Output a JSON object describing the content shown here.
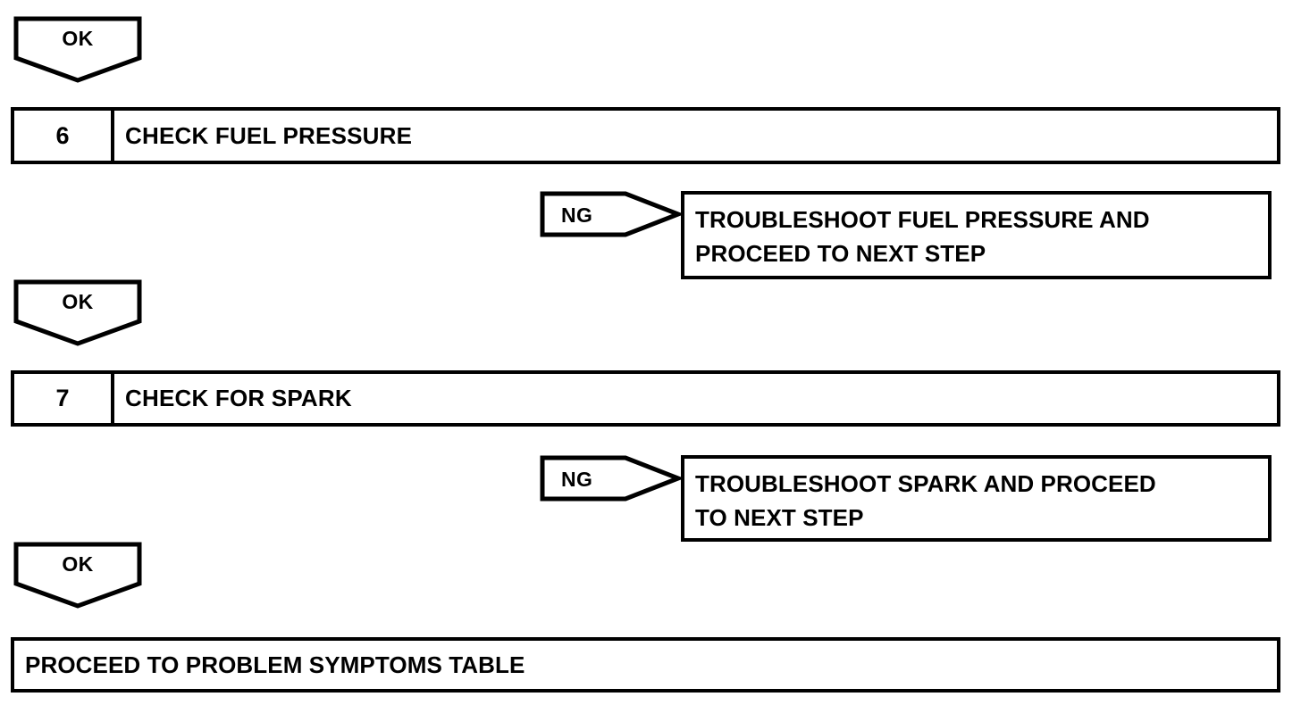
{
  "document": {
    "kind": "troubleshooting-flowchart",
    "stroke_color": "#000000",
    "background_color": "#ffffff"
  },
  "branches": {
    "ok_label": "OK",
    "ng_label": "NG"
  },
  "nodes": {
    "ok_1": {
      "label": "OK"
    },
    "step_6": {
      "number": "6",
      "title": "CHECK FUEL PRESSURE"
    },
    "ng_1": {
      "label": "NG"
    },
    "result_1": {
      "line1": "TROUBLESHOOT FUEL PRESSURE AND",
      "line2": "PROCEED TO NEXT STEP"
    },
    "ok_2": {
      "label": "OK"
    },
    "step_7": {
      "number": "7",
      "title": "CHECK FOR SPARK"
    },
    "ng_2": {
      "label": "NG"
    },
    "result_2": {
      "line1": "TROUBLESHOOT SPARK AND PROCEED",
      "line2": "TO NEXT STEP"
    },
    "ok_3": {
      "label": "OK"
    },
    "final": {
      "title": "PROCEED TO PROBLEM SYMPTOMS TABLE"
    }
  }
}
